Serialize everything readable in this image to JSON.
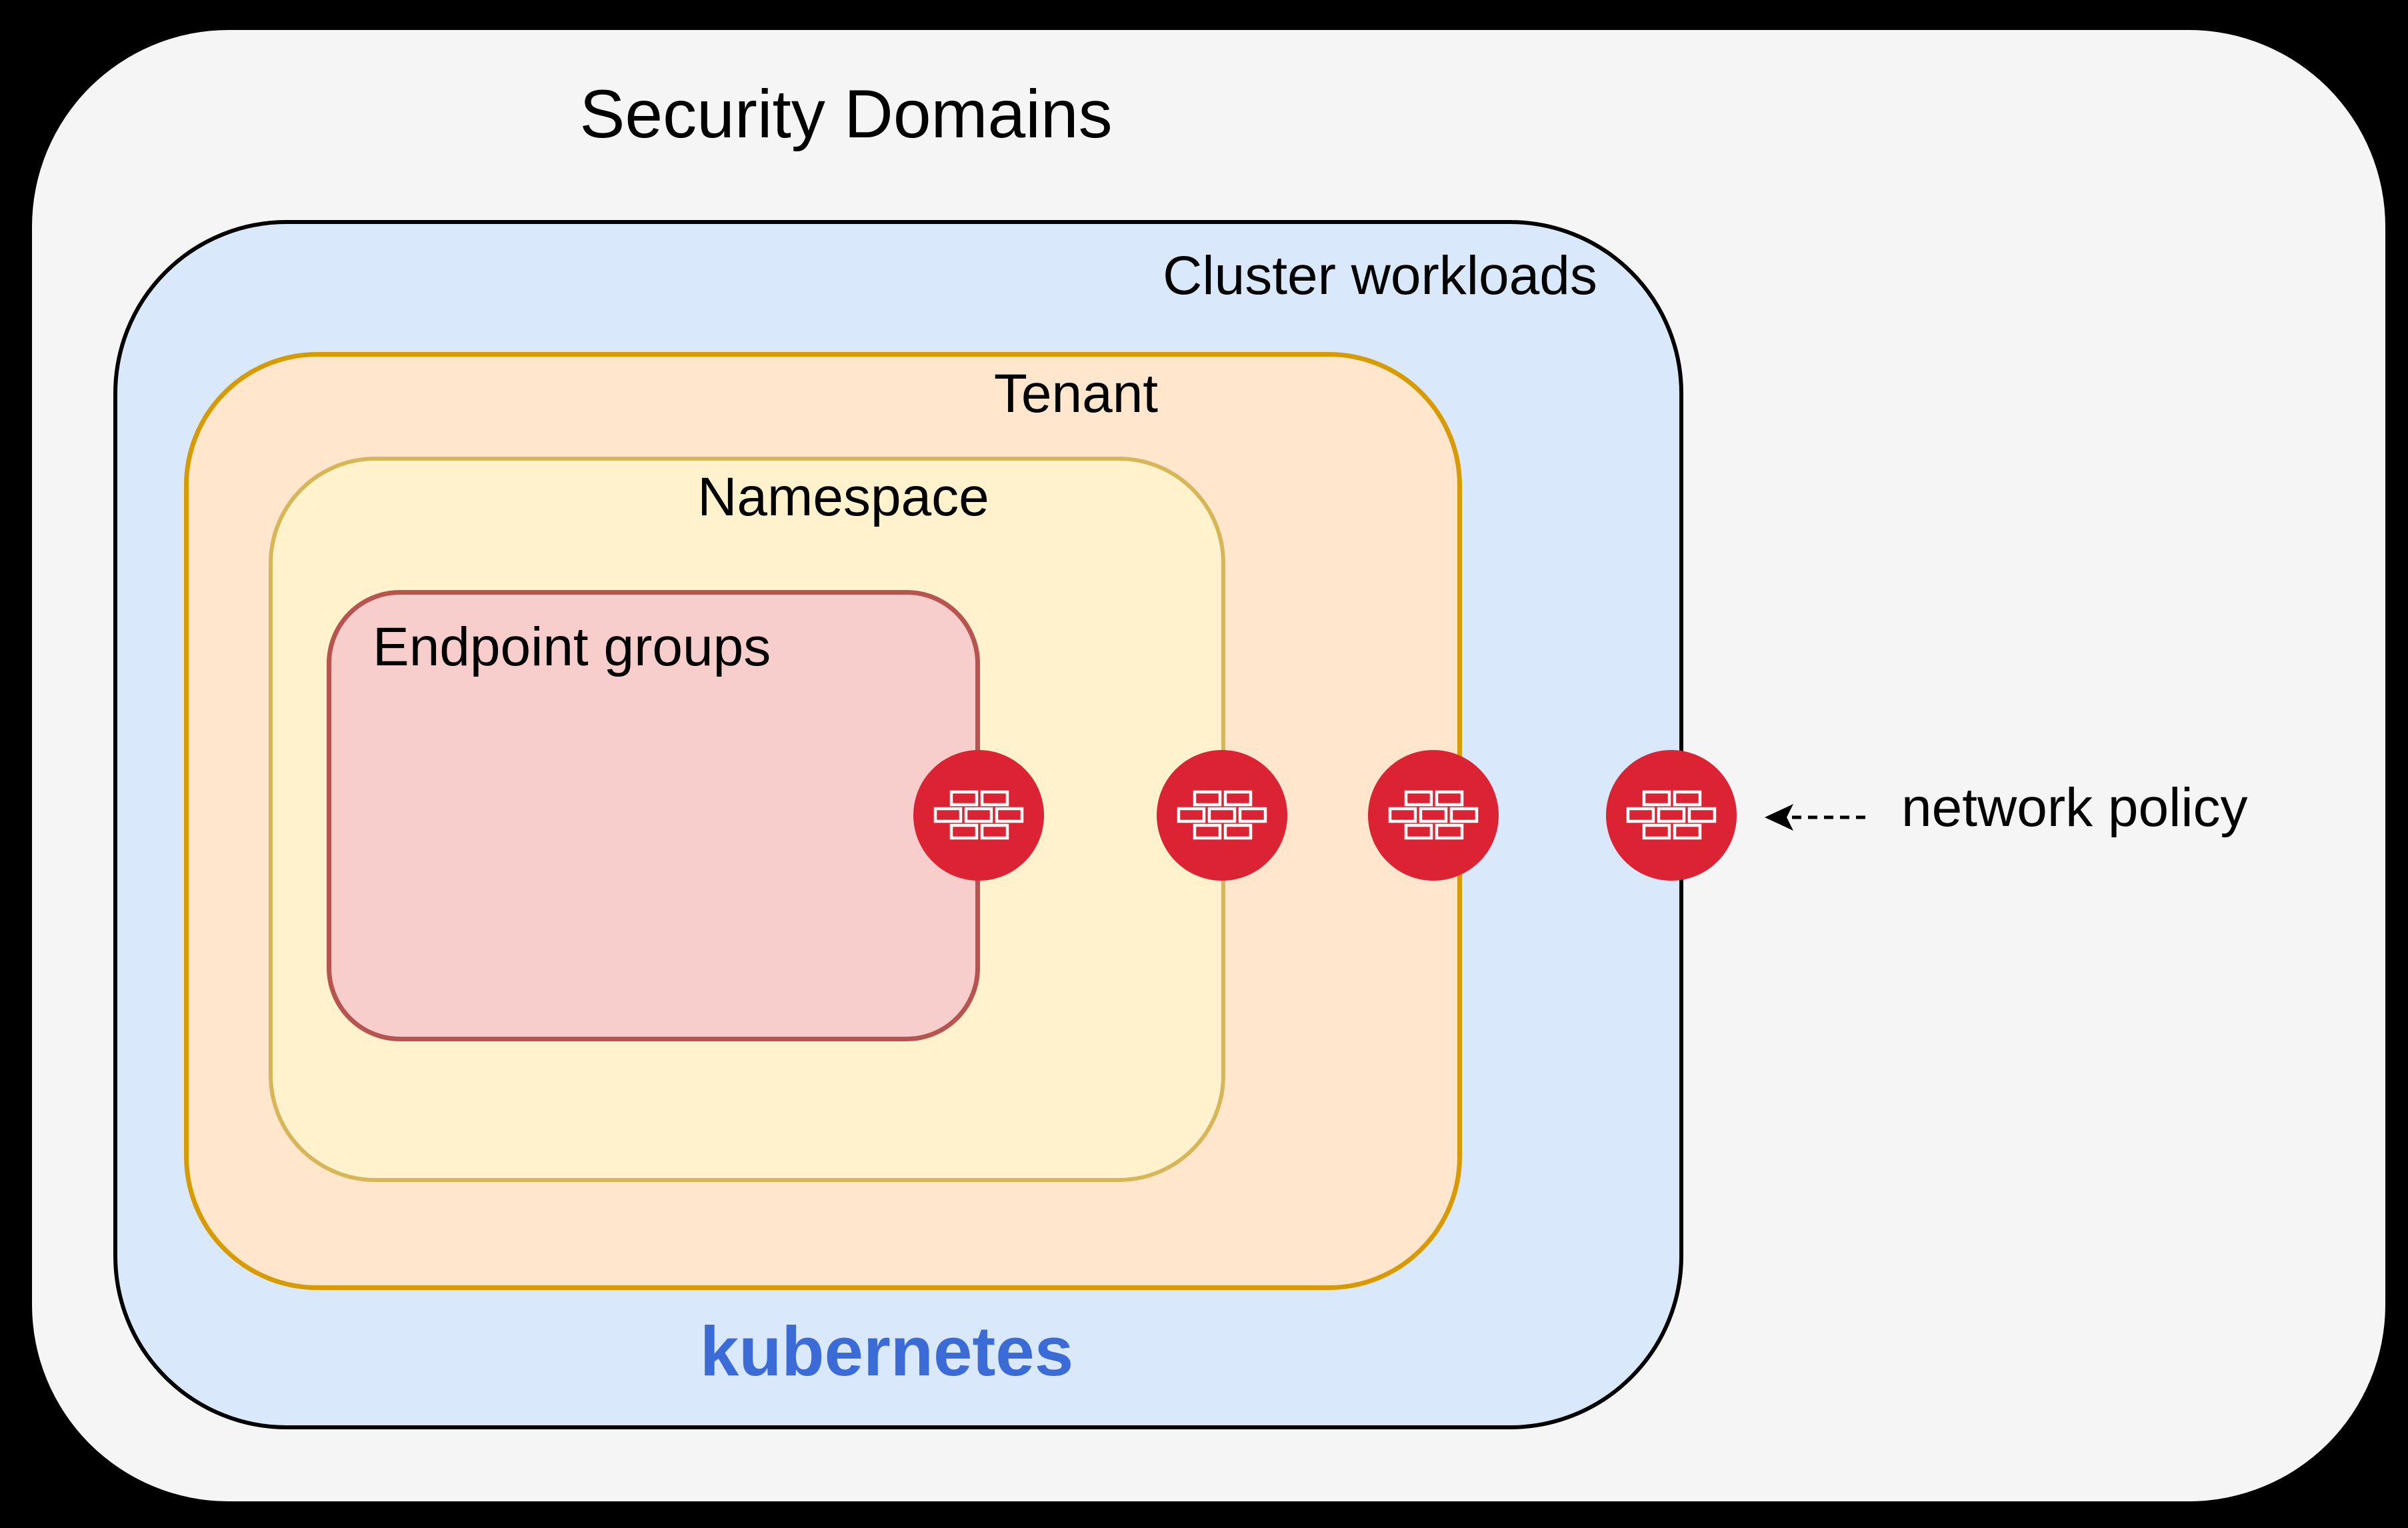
{
  "title": "Security Domains",
  "boxes": {
    "cluster": {
      "label": "Cluster workloads",
      "brand": "kubernetes"
    },
    "tenant": {
      "label": "Tenant"
    },
    "namespace": {
      "label": "Namespace"
    },
    "endpoint_groups": {
      "label": "Endpoint groups"
    }
  },
  "annotation": {
    "label": "network policy"
  },
  "firewall_icons": {
    "count": 4,
    "meaning": "network policy enforcement point"
  },
  "colors": {
    "background": "#000000",
    "panel": "#f5f5f5",
    "cluster_fill": "#dae8fc",
    "cluster_border": "#000000",
    "tenant_fill": "#ffe6cc",
    "tenant_border": "#d79b00",
    "namespace_fill": "#fff2cc",
    "namespace_border": "#d6b656",
    "endpoint_fill": "#f8cecc",
    "endpoint_border": "#b85450",
    "firewall_red": "#dc2334",
    "kubernetes_blue": "#3a6bd6",
    "text": "#000000"
  }
}
